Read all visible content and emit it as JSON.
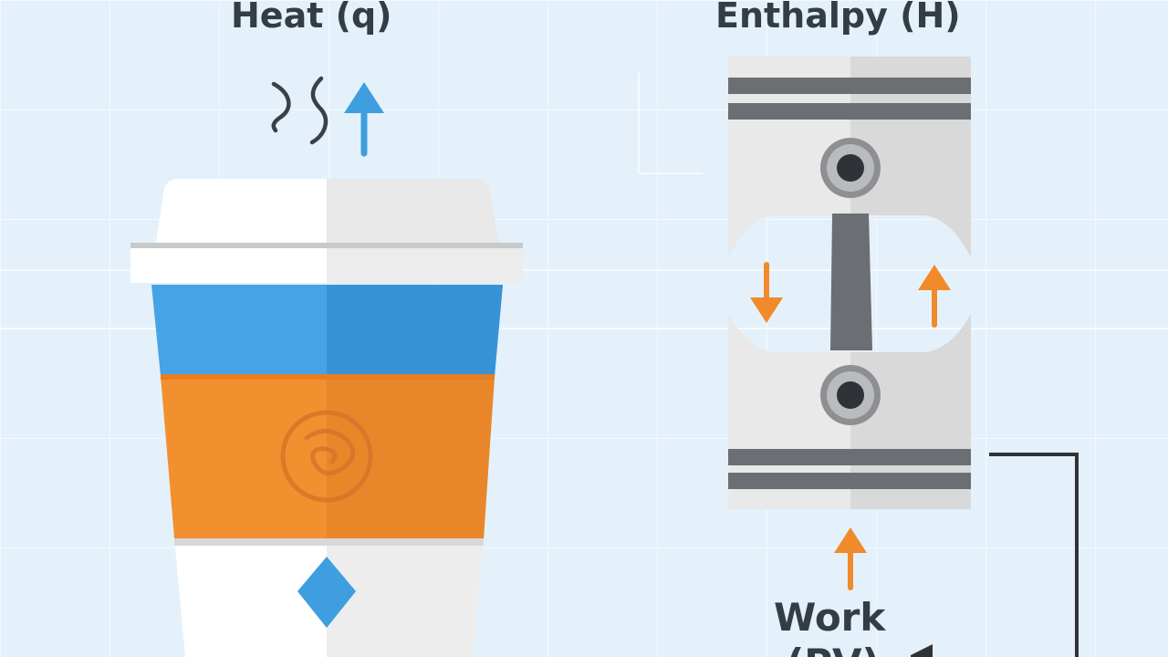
{
  "labels": {
    "heat": "Heat (q)",
    "enthalpy": "Enthalpy (H)",
    "work": "Work",
    "pv": "(PV)"
  },
  "icons": {
    "steam": "steam-wave-icon",
    "heat_arrow": "arrow-up-icon",
    "cup": "coffee-cup-icon",
    "piston": "piston-icon",
    "motion_down": "arrow-down-icon",
    "motion_up": "arrow-up-icon",
    "work_arrow": "arrow-up-icon"
  },
  "colors": {
    "background": "#e4f1fa",
    "text": "#333d44",
    "blue": "#3f9ee0",
    "orange": "#ef8a2e",
    "grey": "#6b6e72",
    "light_grey": "#dcdcdc",
    "white": "#ffffff"
  }
}
